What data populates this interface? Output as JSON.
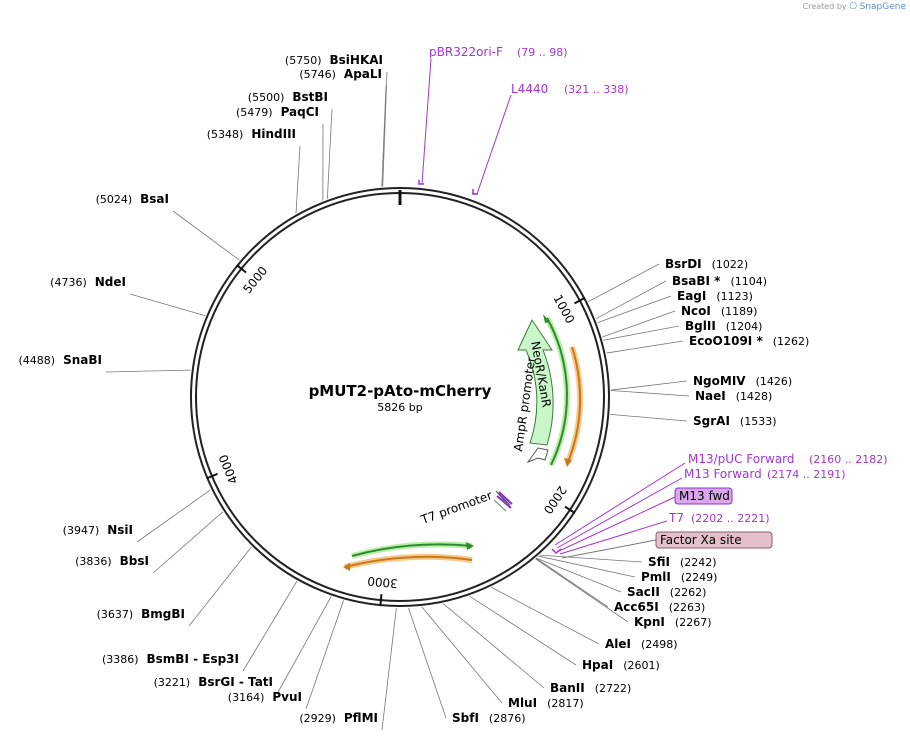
{
  "credit": {
    "prefix": "Created by",
    "brand": "SnapGene"
  },
  "plasmid": {
    "name": "pMUT2-pAto-mCherry",
    "size_label": "5826 bp",
    "length": 5826
  },
  "ticks": [
    {
      "bp": 1000,
      "label": "1000"
    },
    {
      "bp": 2000,
      "label": "2000"
    },
    {
      "bp": 3000,
      "label": "3000"
    },
    {
      "bp": 4000,
      "label": "4000"
    },
    {
      "bp": 5000,
      "label": "5000"
    }
  ],
  "sites": [
    {
      "name": "BsiHKAI",
      "pos": "(5750)",
      "bp": 5750
    },
    {
      "name": "ApaLI",
      "pos": "(5746)",
      "bp": 5746
    },
    {
      "name": "BstBI",
      "pos": "(5500)",
      "bp": 5500
    },
    {
      "name": "PaqCI",
      "pos": "(5479)",
      "bp": 5479
    },
    {
      "name": "HindIII",
      "pos": "(5348)",
      "bp": 5348
    },
    {
      "name": "BsaI",
      "pos": "(5024)",
      "bp": 5024
    },
    {
      "name": "NdeI",
      "pos": "(4736)",
      "bp": 4736
    },
    {
      "name": "SnaBI",
      "pos": "(4488)",
      "bp": 4488
    },
    {
      "name": "NsiI",
      "pos": "(3947)",
      "bp": 3947
    },
    {
      "name": "BbsI",
      "pos": "(3836)",
      "bp": 3836
    },
    {
      "name": "BmgBI",
      "pos": "(3637)",
      "bp": 3637
    },
    {
      "name": "BsmBI - Esp3I",
      "pos": "(3386)",
      "bp": 3386
    },
    {
      "name": "BsrGI - TatI",
      "pos": "(3221)",
      "bp": 3221
    },
    {
      "name": "PvuI",
      "pos": "(3164)",
      "bp": 3164
    },
    {
      "name": "PflMI",
      "pos": "(2929)",
      "bp": 2929
    },
    {
      "name": "SbfI",
      "pos": "(2876)",
      "bp": 2876
    },
    {
      "name": "MluI",
      "pos": "(2817)",
      "bp": 2817
    },
    {
      "name": "BanII",
      "pos": "(2722)",
      "bp": 2722
    },
    {
      "name": "HpaI",
      "pos": "(2601)",
      "bp": 2601
    },
    {
      "name": "AleI",
      "pos": "(2498)",
      "bp": 2498
    },
    {
      "name": "KpnI",
      "pos": "(2267)",
      "bp": 2267
    },
    {
      "name": "Acc65I",
      "pos": "(2263)",
      "bp": 2263
    },
    {
      "name": "SacII",
      "pos": "(2262)",
      "bp": 2262
    },
    {
      "name": "PmlI",
      "pos": "(2249)",
      "bp": 2249
    },
    {
      "name": "SfiI",
      "pos": "(2242)",
      "bp": 2242
    },
    {
      "name": "SgrAI",
      "pos": "(1533)",
      "bp": 1533
    },
    {
      "name": "NaeI",
      "pos": "(1428)",
      "bp": 1428
    },
    {
      "name": "NgoMIV",
      "pos": "(1426)",
      "bp": 1426
    },
    {
      "name": "EcoO109I *",
      "pos": "(1262)",
      "bp": 1262
    },
    {
      "name": "BglII",
      "pos": "(1204)",
      "bp": 1204
    },
    {
      "name": "NcoI",
      "pos": "(1189)",
      "bp": 1189
    },
    {
      "name": "EagI",
      "pos": "(1123)",
      "bp": 1123
    },
    {
      "name": "BsaBI *",
      "pos": "(1104)",
      "bp": 1104
    },
    {
      "name": "BsrDI",
      "pos": "(1022)",
      "bp": 1022
    }
  ],
  "primers": [
    {
      "name": "pBR322ori-F",
      "range": "(79 .. 98)",
      "bp": 79
    },
    {
      "name": "L4440",
      "range": "(321 .. 338)",
      "bp": 321
    },
    {
      "name": "M13/pUC Forward",
      "range": "(2160 .. 2182)",
      "bp": 2160
    },
    {
      "name": "M13 Forward",
      "range": "(2174 .. 2191)",
      "bp": 2174
    },
    {
      "name": "M13 fwd",
      "range": "",
      "bp": 2175
    },
    {
      "name": "T7",
      "range": "(2202 .. 2221)",
      "bp": 2202
    }
  ],
  "features": [
    {
      "name": "Factor Xa site",
      "kind": "box-label"
    },
    {
      "name": "NeoR/KanR",
      "kind": "gene"
    },
    {
      "name": "AmpR promoter",
      "kind": "promoter"
    },
    {
      "name": "T7 promoter",
      "kind": "promoter"
    }
  ],
  "colors": {
    "backbone": "#222222",
    "primer": "#a533d8",
    "m13_box": "#d9a7ea",
    "factorxa_box": "#e3bfca",
    "neor_fill": "#c9f7c9",
    "neor_stroke": "#3a7a3a",
    "green_arrow": "#2f8a2f",
    "orange_arrow": "#c77a1a",
    "promoter_fill": "#ffffff",
    "leader": "#777777"
  }
}
